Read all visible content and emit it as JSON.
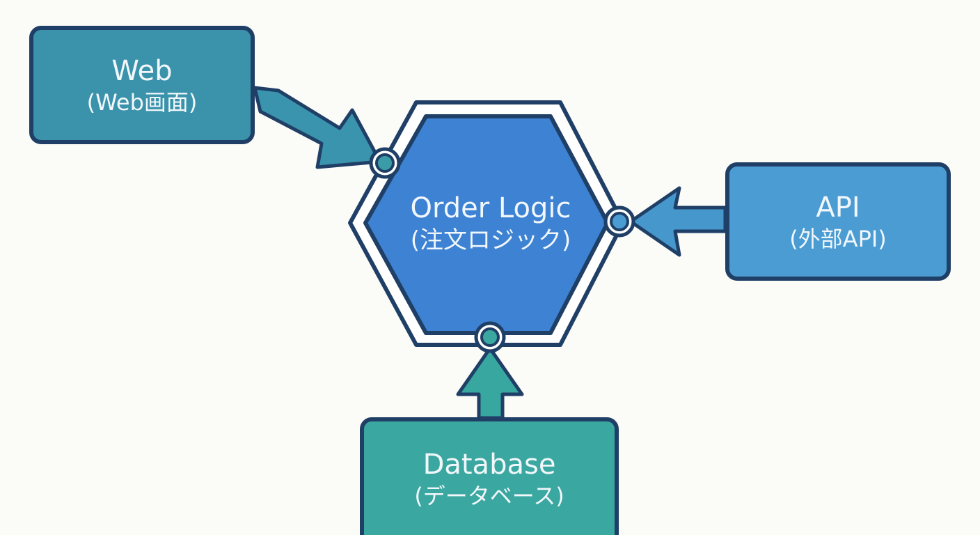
{
  "nodes": {
    "web": {
      "title": "Web",
      "subtitle": "(Web画面)"
    },
    "api": {
      "title": "API",
      "subtitle": "(外部API)"
    },
    "database": {
      "title": "Database",
      "subtitle": "(データベース)"
    },
    "core": {
      "title": "Order Logic",
      "subtitle": "(注文ロジック)"
    }
  },
  "colors": {
    "outline": "#1f3f66",
    "web_fill": "#3a93ab",
    "api_fill": "#4a9cd3",
    "db_fill": "#3aa7a0",
    "core_fill": "#3d82d3",
    "arrow_web": "#3a94ae",
    "arrow_api": "#4697cc",
    "arrow_db": "#38a7a0",
    "port_fill": "#3a9ca6",
    "text": "#f2f7fb"
  }
}
